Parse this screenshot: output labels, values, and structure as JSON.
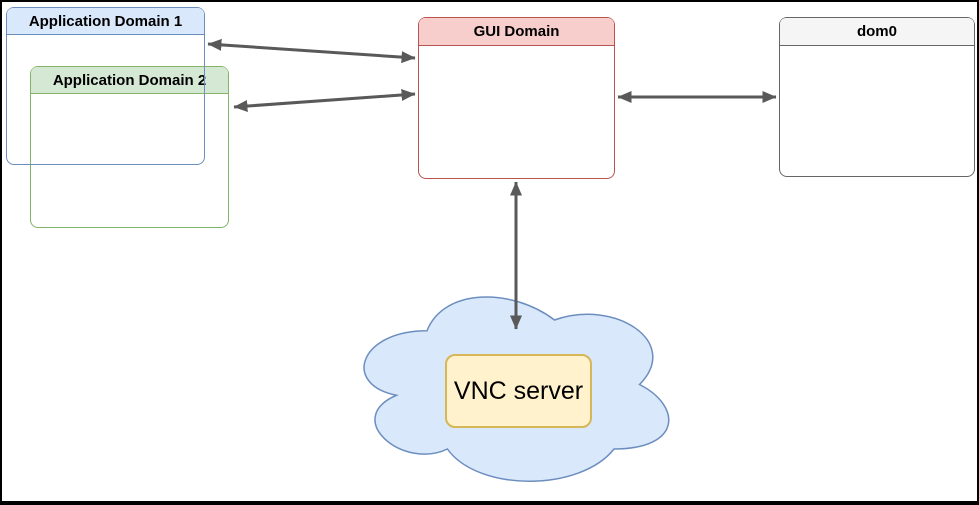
{
  "diagram": {
    "title": "Domain / VNC architecture diagram",
    "nodes": {
      "app_domain_1": {
        "label": "Application Domain 1",
        "header_fill": "#dae8fc",
        "border_color": "#6c8ebf"
      },
      "app_domain_2": {
        "label": "Application Domain 2",
        "header_fill": "#d5e8d4",
        "border_color": "#82b366"
      },
      "gui_domain": {
        "label": "GUI Domain",
        "header_fill": "#f8cecc",
        "border_color": "#b85450"
      },
      "dom0": {
        "label": "dom0",
        "header_fill": "#f5f5f5",
        "border_color": "#666666"
      },
      "vnc_server": {
        "label": "VNC server",
        "fill": "#fff2cc",
        "border_color": "#d6b656"
      }
    },
    "cloud": {
      "semantic": "network-cloud",
      "fill": "#dae8fc",
      "border_color": "#6c8ebf"
    },
    "connections": [
      {
        "from": "app_domain_1",
        "to": "gui_domain",
        "style": "double-headed-arrow"
      },
      {
        "from": "app_domain_2",
        "to": "gui_domain",
        "style": "double-headed-arrow"
      },
      {
        "from": "gui_domain",
        "to": "dom0",
        "style": "double-headed-arrow"
      },
      {
        "from": "gui_domain",
        "to": "vnc_server_cloud",
        "style": "double-headed-arrow"
      }
    ],
    "arrow_color": "#595959",
    "background": "#ffffff",
    "frame_color": "#000000"
  }
}
